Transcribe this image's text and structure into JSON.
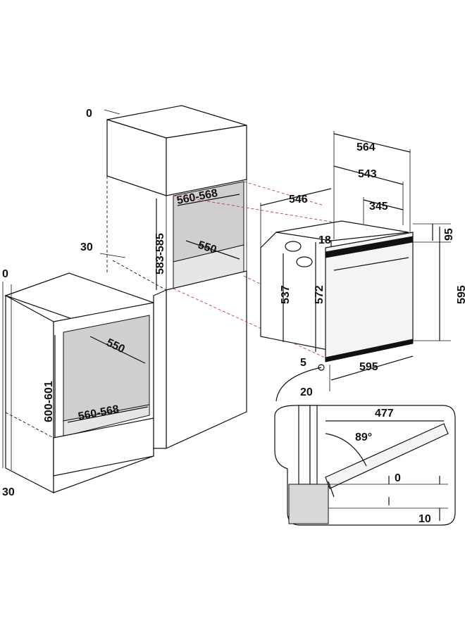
{
  "diagram": {
    "undercounter_unit": {
      "top_gap": "0",
      "bottom_gap": "30",
      "niche_height": "600-601",
      "niche_depth": "550",
      "niche_width": "560-568"
    },
    "tall_column_unit": {
      "top_gap": "0",
      "side_gap": "30",
      "niche_height": "583-585",
      "niche_width": "560-568",
      "niche_depth": "550"
    },
    "oven": {
      "total_depth": "564",
      "depth_543": "543",
      "depth_546": "546",
      "depth_345": "345",
      "top_offset": "18",
      "panel_height": "95",
      "total_height": "595",
      "height_537": "537",
      "height_572": "572",
      "width": "595",
      "bottom_offset": "5",
      "door_clearance": "20"
    },
    "door_detail": {
      "door_length": "477",
      "opening_angle": "89°",
      "gap_top": "0",
      "gap_bottom": "10"
    }
  }
}
